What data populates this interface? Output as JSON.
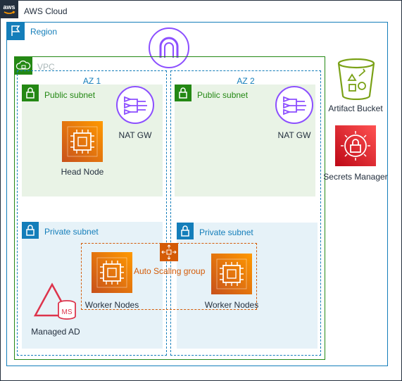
{
  "colors": {
    "cloud_border": "#232f3e",
    "region_border": "#147eba",
    "vpc_border": "#248814",
    "az_border": "#147eba",
    "public_fill": "#e9f3e6",
    "public_accent": "#248814",
    "private_fill": "#e6f2f8",
    "private_accent": "#147eba",
    "vpc_endpoint": "#8c4fff",
    "compute_orange": "#ed7100",
    "asg_orange": "#d45b07",
    "security_red": "#dd344c",
    "storage_green": "#7aa116"
  },
  "icons": {
    "cloud_logo": "aws-logo-icon",
    "region_flag": "flag-icon",
    "vpc_cloud": "vpc-cloud-lock-icon",
    "subnet_lock": "padlock-icon",
    "nat_gateway": "nat-gateway-icon",
    "ec2": "ec2-chip-icon",
    "auto_scaling": "auto-scaling-icon",
    "managed_ad": "directory-service-icon",
    "s3_bucket": "s3-bucket-icon",
    "secrets_manager": "secrets-manager-icon",
    "vpc_gateway": "internet-gateway-arch-icon"
  },
  "labels": {
    "aws_logo_text": "aws",
    "cloud": "AWS Cloud",
    "region": "Region",
    "vpc": "VPC",
    "az1": "AZ 1",
    "az2": "AZ 2",
    "public_subnet_1": "Public subnet",
    "public_subnet_2": "Public subnet",
    "private_subnet_1": "Private subnet",
    "private_subnet_2": "Private subnet",
    "nat_gw_1": "NAT GW",
    "nat_gw_2": "NAT GW",
    "head_node": "Head Node",
    "worker_nodes_1": "Worker Nodes",
    "worker_nodes_2": "Worker Nodes",
    "auto_scaling_group": "Auto Scaling group",
    "managed_ad": "Managed AD",
    "ms_badge": "MS",
    "artifact_bucket": "Artifact Bucket",
    "secrets_manager": "Secrets Manager"
  }
}
